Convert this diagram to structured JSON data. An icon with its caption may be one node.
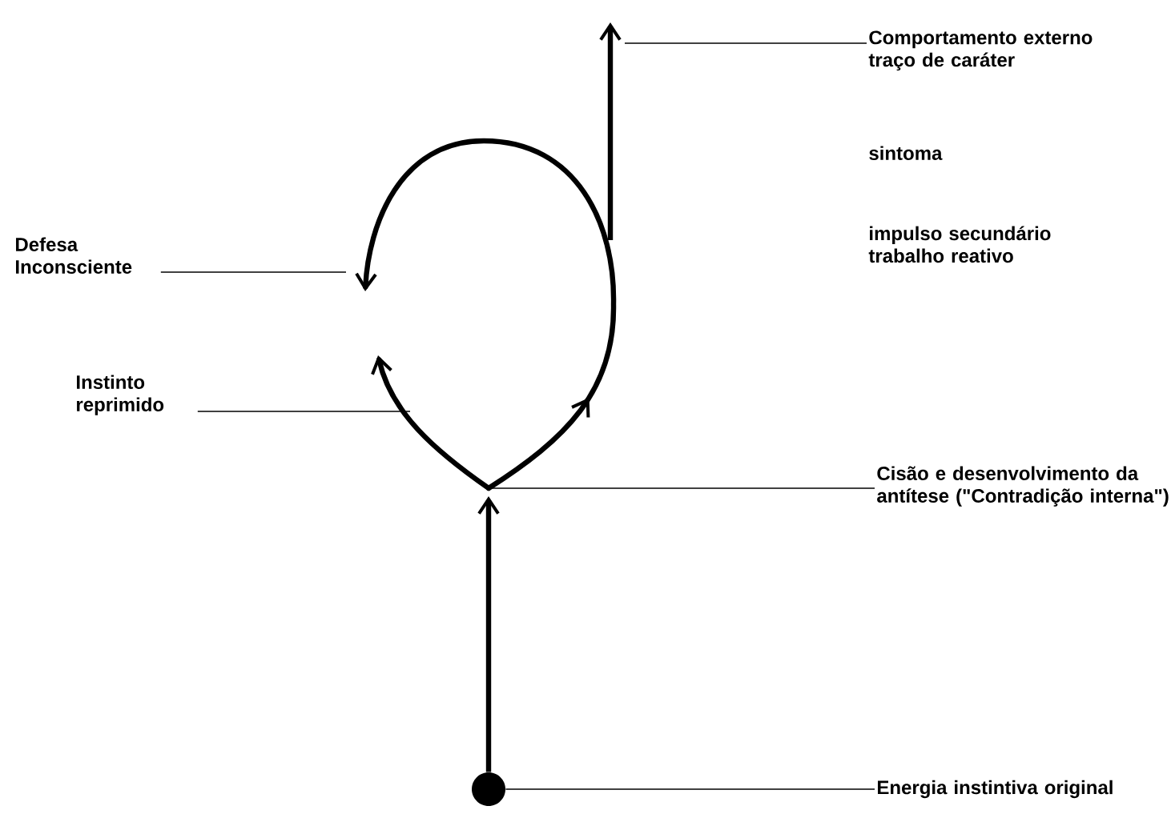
{
  "diagram": {
    "nodes": [
      {
        "text": [
          "Comportamento externo traço de caráter"
        ]
      },
      {
        "text": [
          "Defesa Inconsciente"
        ]
      },
      {
        "text": [
          "Instinto reprimido"
        ]
      },
      {
        "text": [
          "Cisão e desenvolvimento da antítese (\"Contradição interna\")"
        ]
      },
      {
        "text": [
          "Energia instintiva original"
        ]
      },
      {
        "text": [],
        "shape": "circle"
      }
    ],
    "edges": [
      {
        "from": 0,
        "to": null,
        "arrow": "none"
      },
      {
        "from": 1,
        "to": null,
        "arrow": "none"
      },
      {
        "from": 2,
        "to": null,
        "arrow": "none"
      },
      {
        "from": 3,
        "to": null,
        "arrow": "none"
      },
      {
        "from": 4,
        "to": 5,
        "arrow": "none"
      },
      {
        "from": 5,
        "to": null,
        "arrow": "to",
        "style": "thick"
      }
    ],
    "labels": [
      "sintoma",
      "impulso secundário trabalho reativo"
    ]
  }
}
